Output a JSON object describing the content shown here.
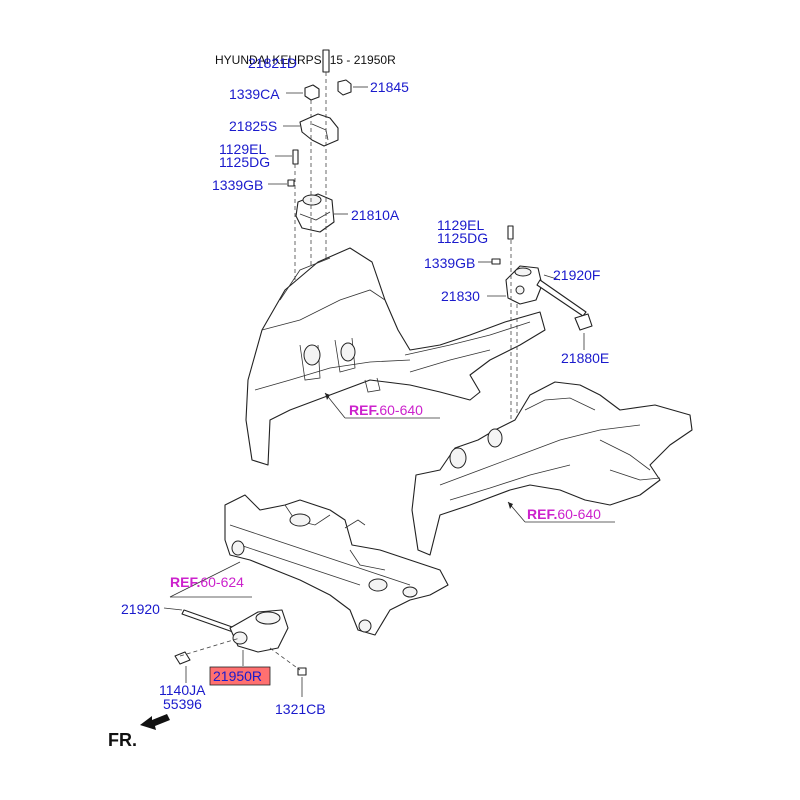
{
  "header": {
    "title": "HYUNDAI KEURPSE15 - 21950R",
    "overlap_code": "21821D"
  },
  "labels": {
    "l_1339CA_top": "1339CA",
    "l_21845": "21845",
    "l_21825S": "21825S",
    "l_1129EL_left": "1129EL",
    "l_1125DG_left": "1125DG",
    "l_1339GB_left": "1339GB",
    "l_21810A": "21810A",
    "l_1129EL_right": "1129EL",
    "l_1125DG_right": "1125DG",
    "l_1339GB_right": "1339GB",
    "l_21920F": "21920F",
    "l_21830": "21830",
    "l_21880E": "21880E",
    "l_21920": "21920",
    "l_21950R": "21950R",
    "l_1140JA": "1140JA",
    "l_55396": "55396",
    "l_1321CB": "1321CB"
  },
  "refs": {
    "ref1_prefix": "REF.",
    "ref1_num": "60-640",
    "ref2_prefix": "REF.",
    "ref2_num": "60-640",
    "ref3_prefix": "REF.",
    "ref3_num": "60-624"
  },
  "direction": {
    "label": "FR."
  },
  "colors": {
    "label": "#1a1acc",
    "ref": "#cc22cc",
    "highlight": "#ff7070"
  }
}
